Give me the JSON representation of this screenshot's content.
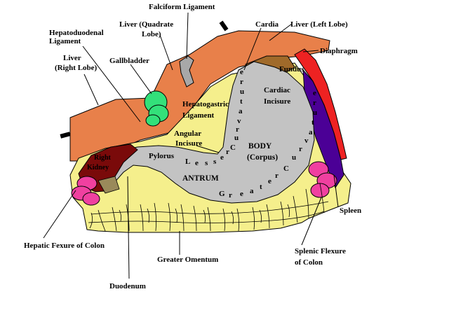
{
  "labels": {
    "falciform": "Falciform Ligament",
    "cardia": "Cardia",
    "liver_left_1": "Liver (Left Lobe)",
    "liver_quadrate_1": "Liver (Quadrate",
    "liver_quadrate_2": "Lobe)",
    "hepatoduodenal_1": "Hepatoduodenal",
    "hepatoduodenal_2": "Ligament",
    "liver_right_1": "Liver",
    "liver_right_2": "(Right Lobe)",
    "gallbladder": "Gallbladder",
    "diaphragm": "Diaphragm",
    "fundus": "Fundus",
    "cardiac_incisure_1": "Cardiac",
    "cardiac_incisure_2": "Incisure",
    "hepatogastric_1": "Hepatogastric",
    "hepatogastric_2": "Ligament",
    "angular_incisure_1": "Angular",
    "angular_incisure_2": "Incisure",
    "pylorus": "Pylorus",
    "body_1": "BODY",
    "body_2": "(Corpus)",
    "right_kidney_1": "Right",
    "right_kidney_2": "Kidney",
    "antrum": "ANTRUM",
    "spleen": "Spleen",
    "hepatic_flexure": "Hepatic Fexure of Colon",
    "greater_omentum": "Greater Omentum",
    "splenic_flexure_1": "Splenic Flexure",
    "splenic_flexure_2": "of Colon",
    "duodenum": "Duodenum"
  },
  "curvatures": {
    "lesser_curvature_vertical": [
      "e",
      "r",
      "u",
      "t",
      "a",
      "v",
      "r",
      "u",
      "C"
    ],
    "lesser_word": [
      "L",
      "e",
      "s",
      "s",
      "e",
      "r"
    ],
    "greater_curvature_vertical": [
      "e",
      "r",
      "u",
      "t",
      "a",
      "v",
      "r",
      "u",
      "C"
    ],
    "greater_word": [
      "G",
      "r",
      "e",
      "a",
      "t",
      "e",
      "r"
    ]
  },
  "colors": {
    "liver": "#e8804a",
    "omentum": "#f5ef8c",
    "stomach": "#c3c3c3",
    "gallbladder": "#33e07a",
    "diaphragm": "#ee2222",
    "spleen": "#4b0096",
    "colon_flexure": "#f040a0",
    "kidney": "#7a0a0a",
    "ligament": "#a8a8a8",
    "fundus_patch": "#a06a2a"
  }
}
